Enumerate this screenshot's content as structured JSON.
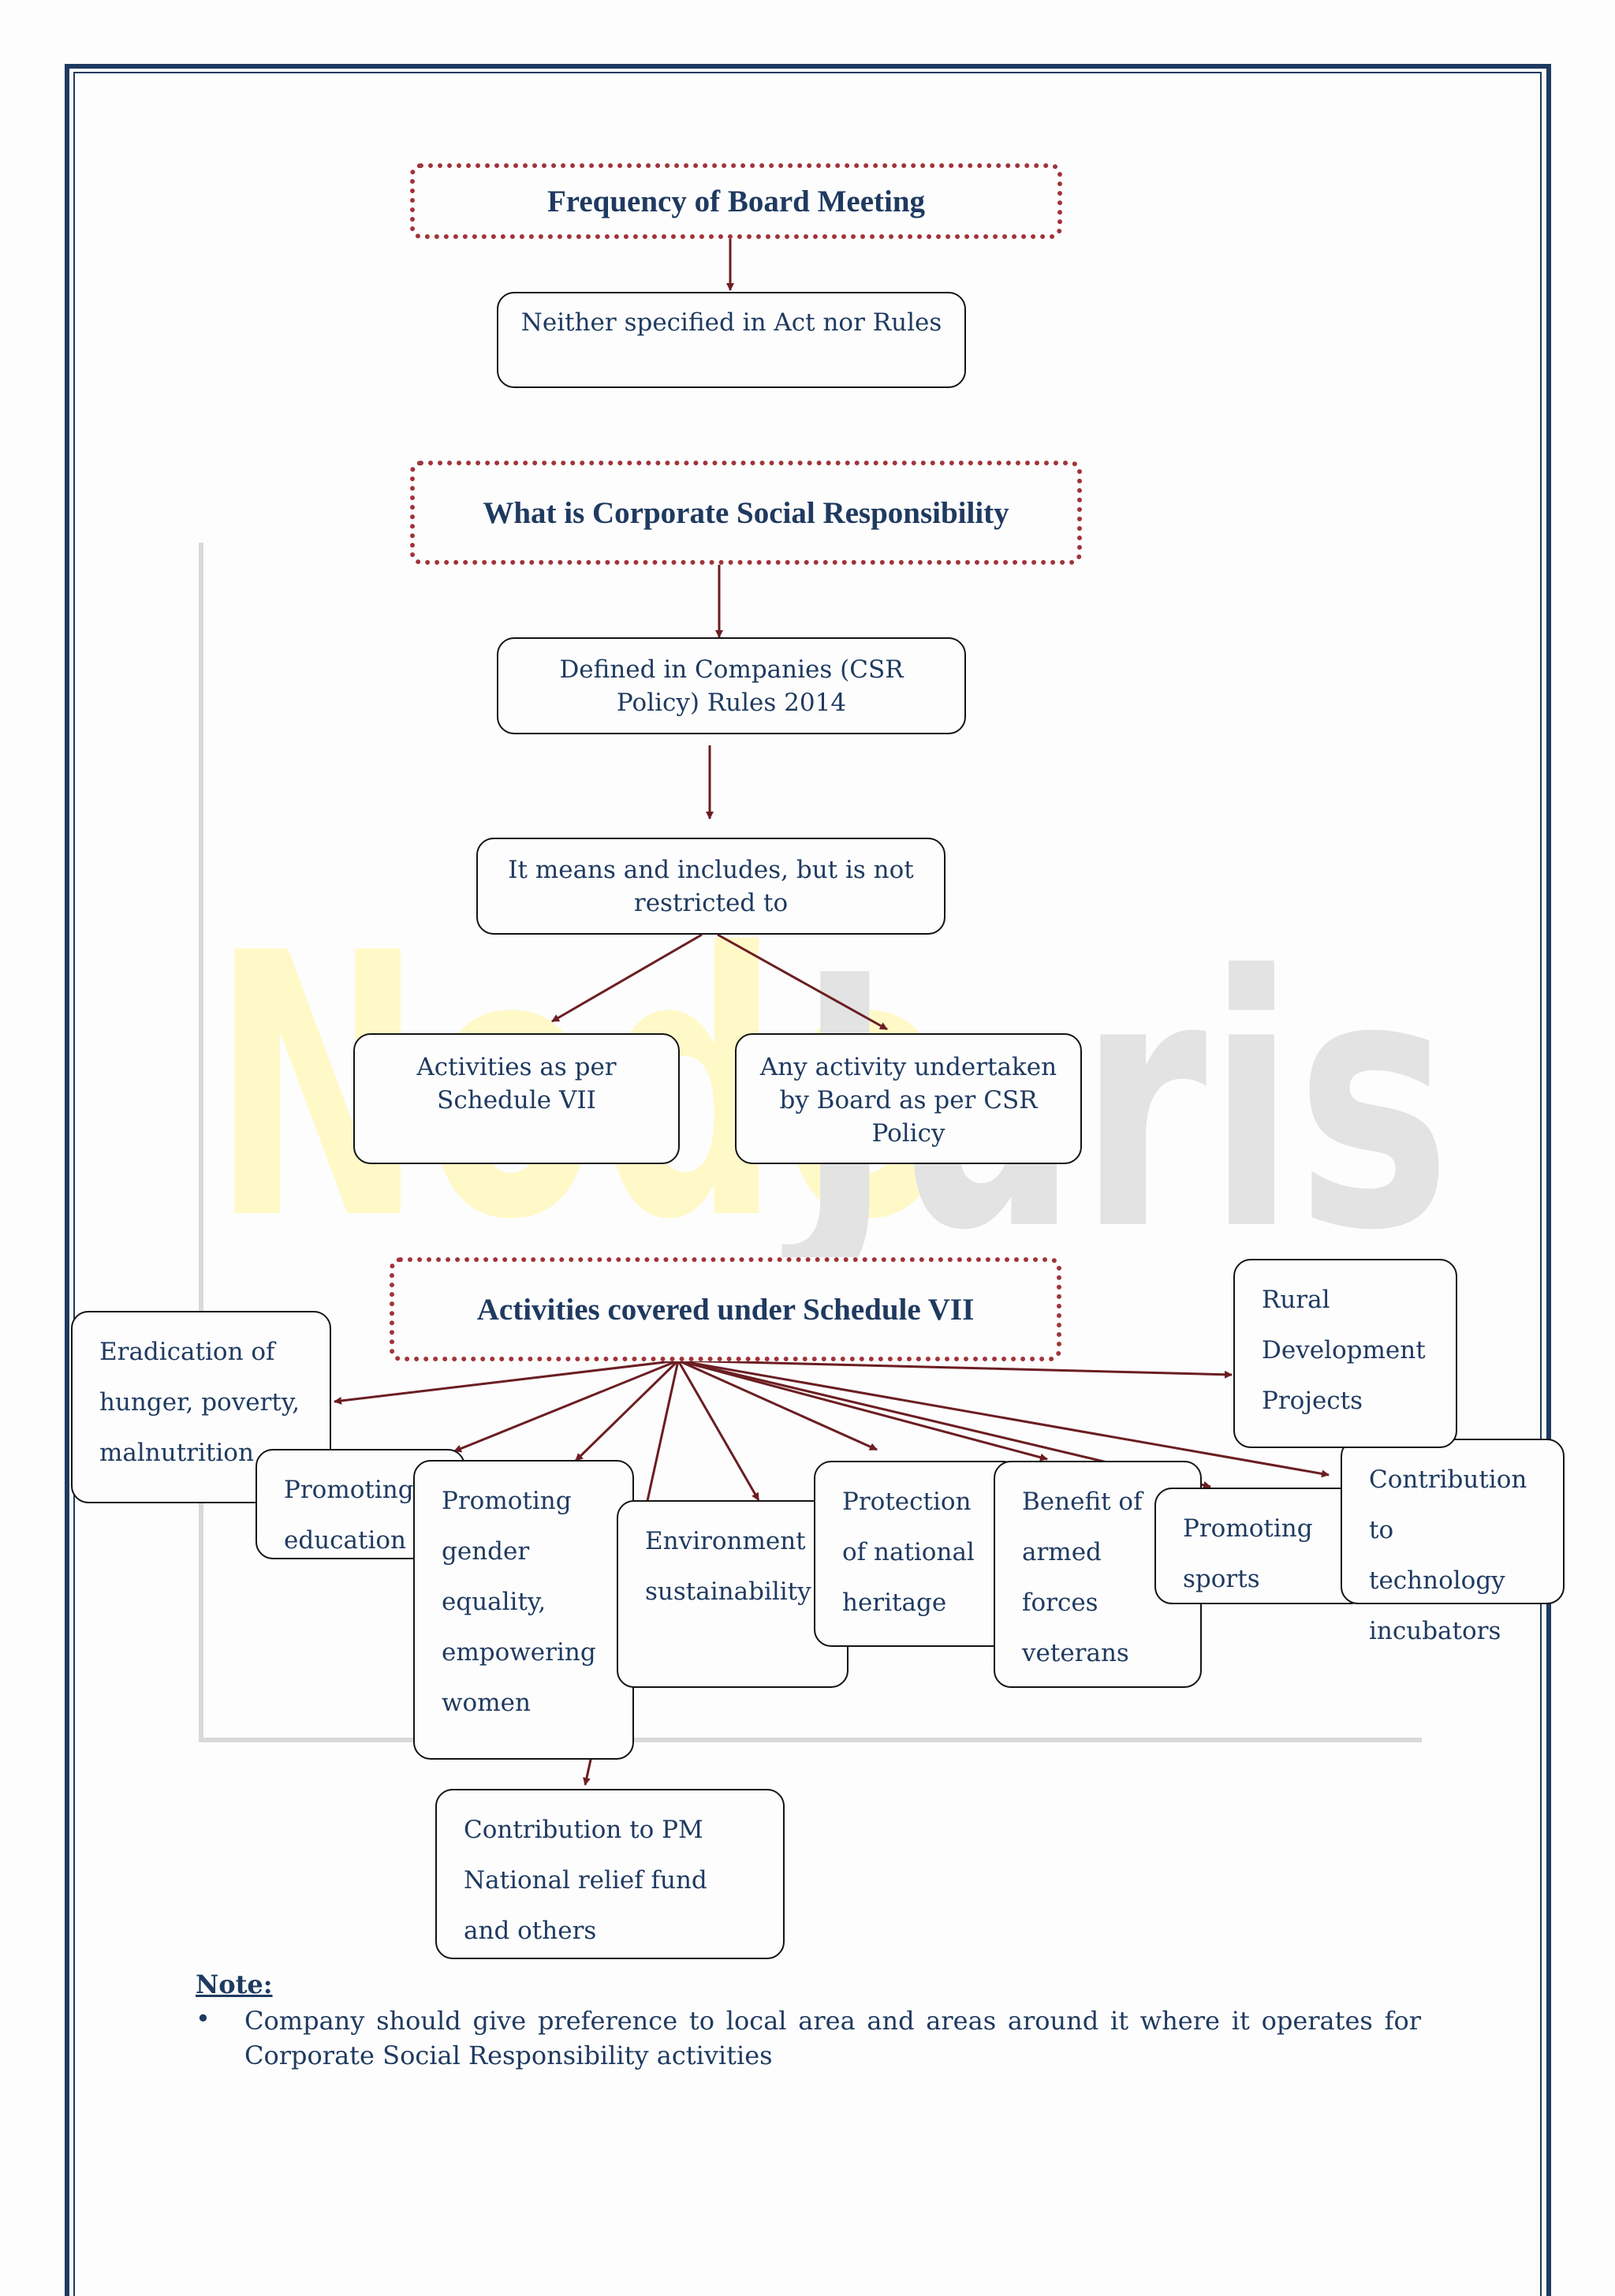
{
  "sections": [
    {
      "header": "Frequency of Board Meeting",
      "boxes": [
        "Neither specified in Act nor Rules"
      ]
    },
    {
      "header": "What is Corporate Social Responsibility",
      "boxes": [
        "Defined in Companies (CSR Policy) Rules 2014",
        "It means and includes, but is not restricted to",
        "Activities as per Schedule VII",
        "Any activity undertaken by Board as per CSR Policy"
      ]
    },
    {
      "header": "Activities covered under Schedule VII",
      "activities": [
        "Eradication of hunger, poverty, malnutrition",
        "Promoting education",
        "Promoting gender equality, empowering women",
        "Environment sustainability",
        "Protection of national heritage",
        "Benefit of armed forces veterans",
        "Promoting sports",
        "Contribution to technology incubators",
        "Rural Development Projects",
        "Contribution to PM National relief fund and others"
      ]
    }
  ],
  "note": {
    "title": "Note:",
    "bullet": "•",
    "items": [
      "Company should give preference to local area and areas around it where it operates for Corporate Social Responsibility activities"
    ]
  },
  "colors": {
    "header_text": "#1f3a60",
    "header_border": "#a0343a",
    "arrow": "#6b1e22",
    "border": "#1f3a60"
  }
}
